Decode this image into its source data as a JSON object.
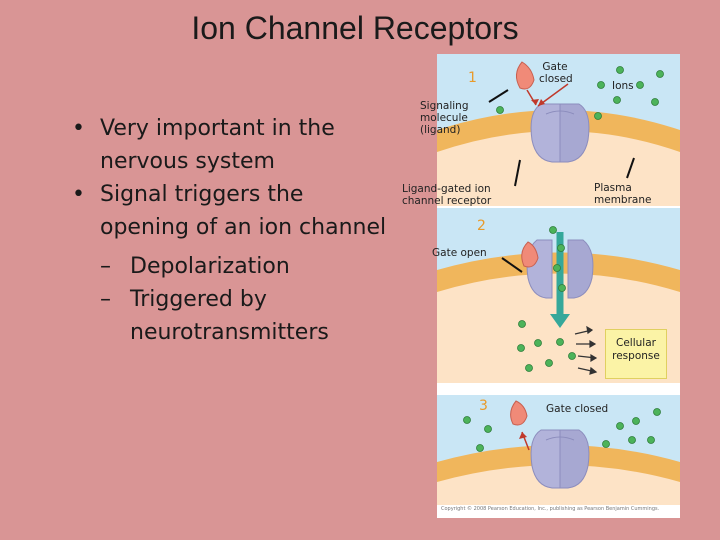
{
  "title": "Ion Channel Receptors",
  "bullets": [
    {
      "level": 1,
      "marker": "•",
      "text": "Very important in the nervous system"
    },
    {
      "level": 1,
      "marker": "•",
      "text": "Signal triggers the opening of an ion channel"
    },
    {
      "level": 2,
      "marker": "–",
      "text": "Depolarization"
    },
    {
      "level": 2,
      "marker": "–",
      "text": "Triggered by neurotransmitters"
    }
  ],
  "diagram": {
    "step1": {
      "number": "1",
      "gate_closed": "Gate closed",
      "ions": "Ions",
      "signaling": "Signaling molecule (ligand)",
      "ligand_gated": "Ligand-gated ion channel receptor",
      "plasma": "Plasma membrane"
    },
    "step2": {
      "number": "2",
      "gate_open": "Gate open",
      "cellular_response": "Cellular response"
    },
    "step3": {
      "number": "3",
      "gate_closed": "Gate closed"
    },
    "copyright": "Copyright © 2008 Pearson Education, Inc., publishing as Pearson Benjamin Cummings.",
    "colors": {
      "extracellular": "#c9e6f5",
      "membrane": "#f0b65c",
      "cytoplasm": "#fde3c6",
      "receptor": "#b2b3da",
      "ligand": "#f08a78",
      "ion": "#4cb35a",
      "arrow": "#35a89a"
    }
  }
}
